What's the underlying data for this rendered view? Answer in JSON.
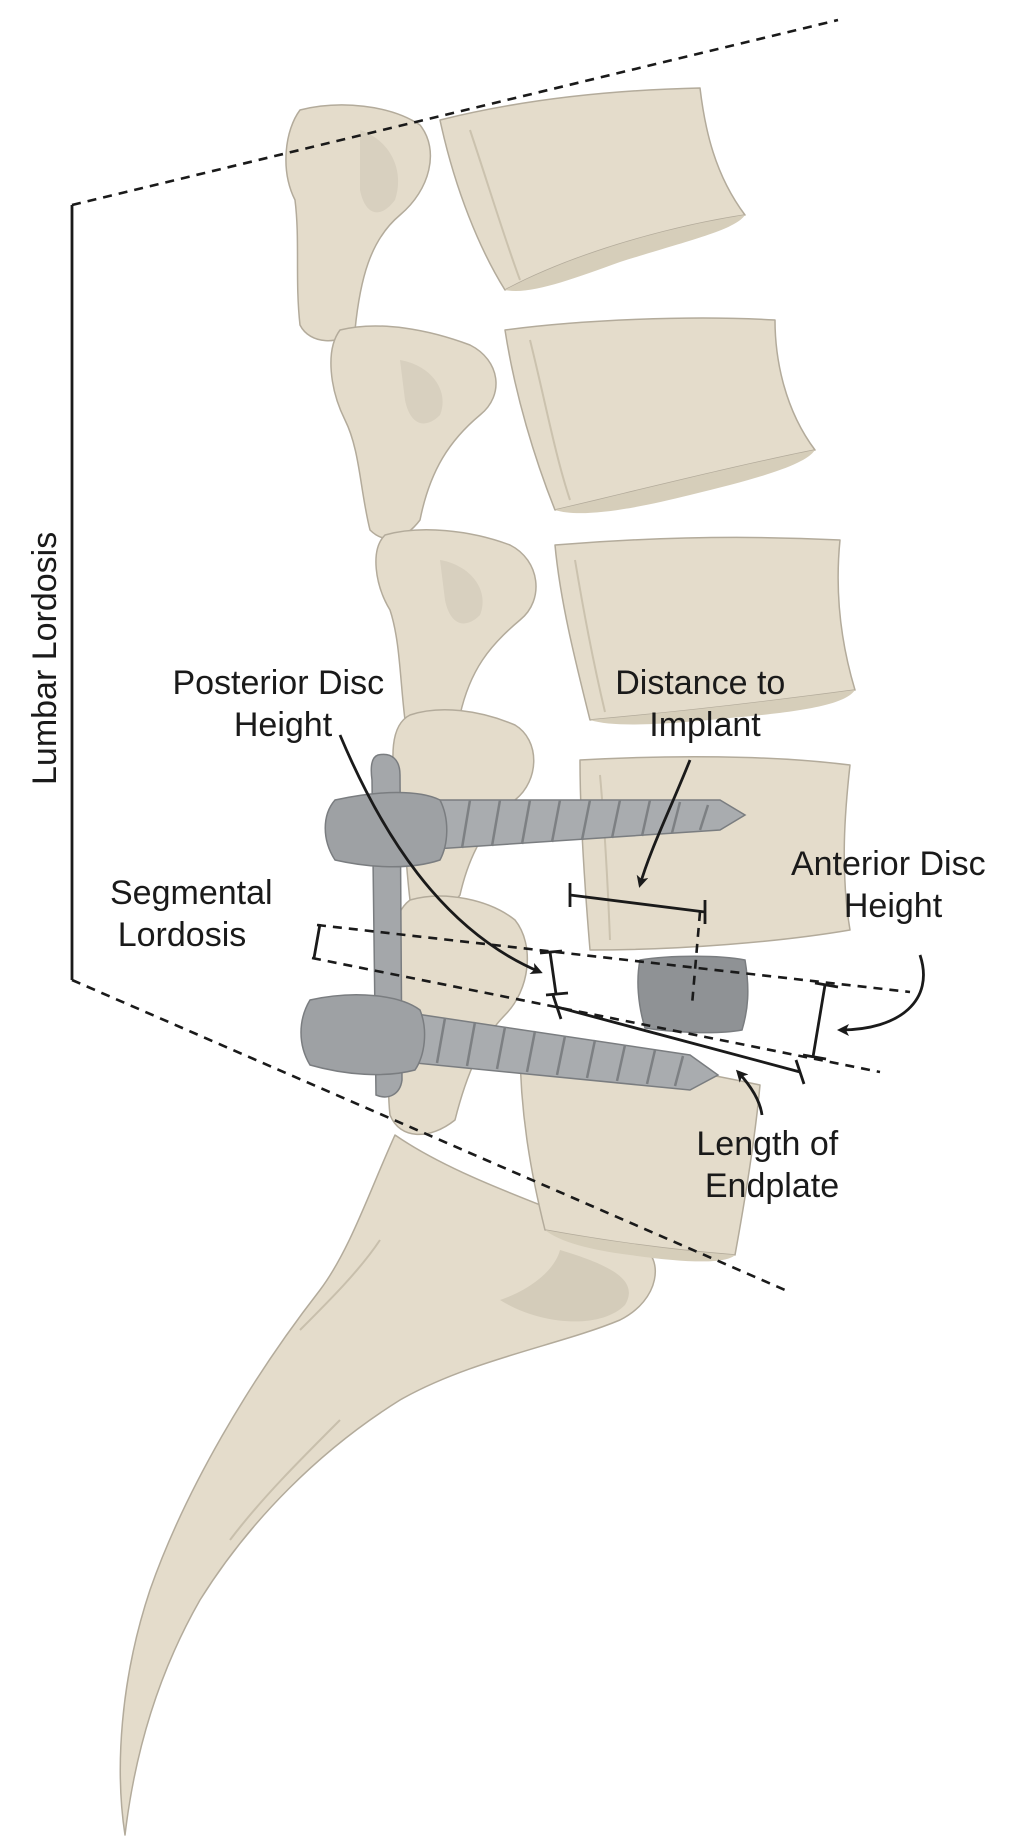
{
  "colors": {
    "bone": "#e4dccb",
    "bone_shade": "#cfc6b3",
    "bone_outline": "#b3ab9b",
    "metal": "#a8abae",
    "metal_dark": "#8c8f92",
    "line": "#1a1a1a",
    "background": "#ffffff"
  },
  "labels": {
    "lumbar_lordosis": "Lumbar Lordosis",
    "posterior_disc_height": [
      "Posterior Disc",
      "Height"
    ],
    "distance_to_implant": [
      "Distance to",
      "Implant"
    ],
    "anterior_disc_height": [
      "Anterior Disc",
      "Height"
    ],
    "segmental_lordosis": [
      "Segmental",
      "Lordosis"
    ],
    "length_of_endplate": [
      "Length of",
      "Endplate"
    ]
  }
}
